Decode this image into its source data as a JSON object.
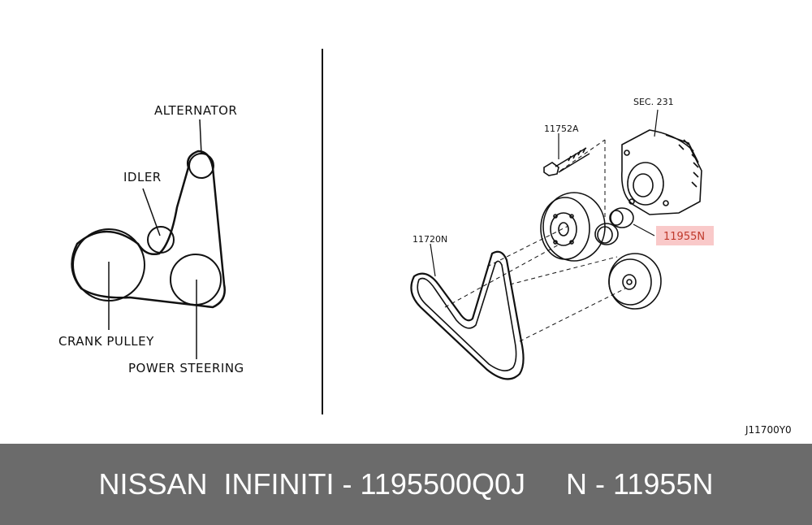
{
  "belt_routing": {
    "alternator": "ALTERNATOR",
    "idler": "IDLER",
    "crank_pulley": "CRANK PULLEY",
    "power_steering": "POWER STEERING"
  },
  "parts": {
    "sec": "SEC. 231",
    "bolt": "11752A",
    "belt": "11720N",
    "highlighted_part": "11955N"
  },
  "diagram_code": "J11700Y0",
  "footer": {
    "text": "NISSAN  INFINITI - 1195500Q0J     N - 11955N"
  },
  "colors": {
    "highlight_fill": "#f9c9c9",
    "highlight_text": "#c0392b",
    "footer_bg": "#6b6b6b",
    "footer_text": "#ffffff"
  }
}
